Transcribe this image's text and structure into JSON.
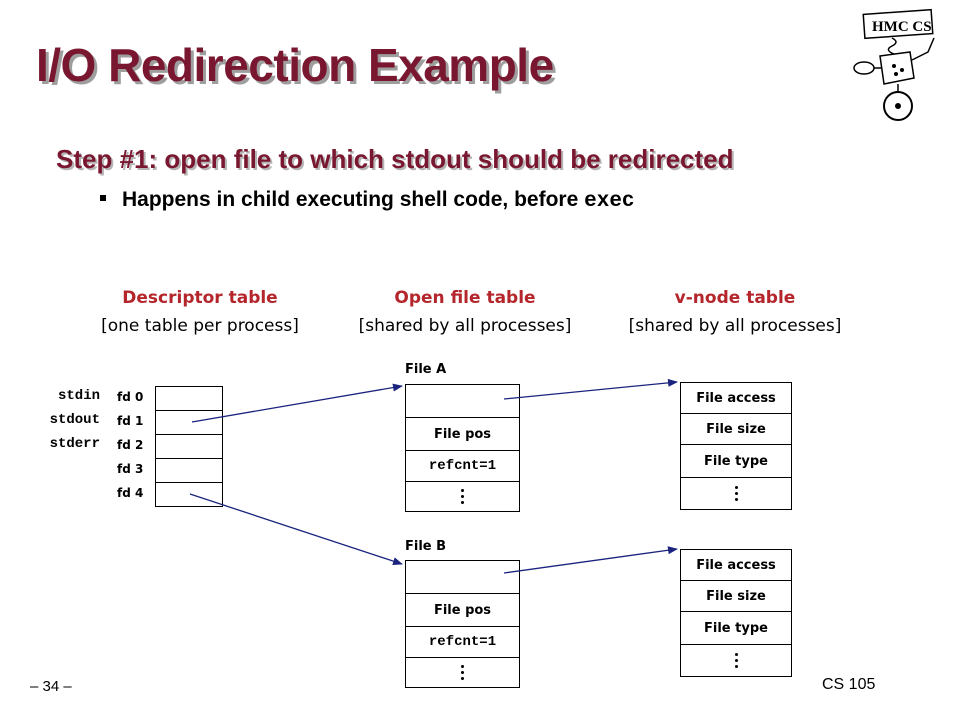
{
  "slide": {
    "title": "I/O Redirection Example",
    "step": "Step #1: open file to which stdout should be redirected",
    "bullet_text": "Happens in child executing shell code, before ",
    "bullet_code": "exec"
  },
  "headers": [
    {
      "title": "Descriptor table",
      "subtitle": "[one table per process]"
    },
    {
      "title": "Open file table",
      "subtitle": "[shared by all processes]"
    },
    {
      "title": "v-node table",
      "subtitle": "[shared by all processes]"
    }
  ],
  "descriptor_table": {
    "streams": [
      "stdin",
      "stdout",
      "stderr"
    ],
    "fds": [
      "fd 0",
      "fd 1",
      "fd 2",
      "fd 3",
      "fd 4"
    ]
  },
  "open_files": [
    {
      "label": "File A",
      "pos": "File pos",
      "refcnt": "refcnt=1"
    },
    {
      "label": "File B",
      "pos": "File pos",
      "refcnt": "refcnt=1"
    }
  ],
  "vnodes": [
    {
      "access": "File access",
      "size": "File size",
      "type": "File type"
    },
    {
      "access": "File access",
      "size": "File size",
      "type": "File type"
    }
  ],
  "footer": {
    "page": "– 34 –",
    "course": "CS 105"
  },
  "colors": {
    "title": "#7a1730",
    "table_header": "#b4262b",
    "arrow": "#1a237e"
  },
  "logo": {
    "text": "HMC CS"
  }
}
